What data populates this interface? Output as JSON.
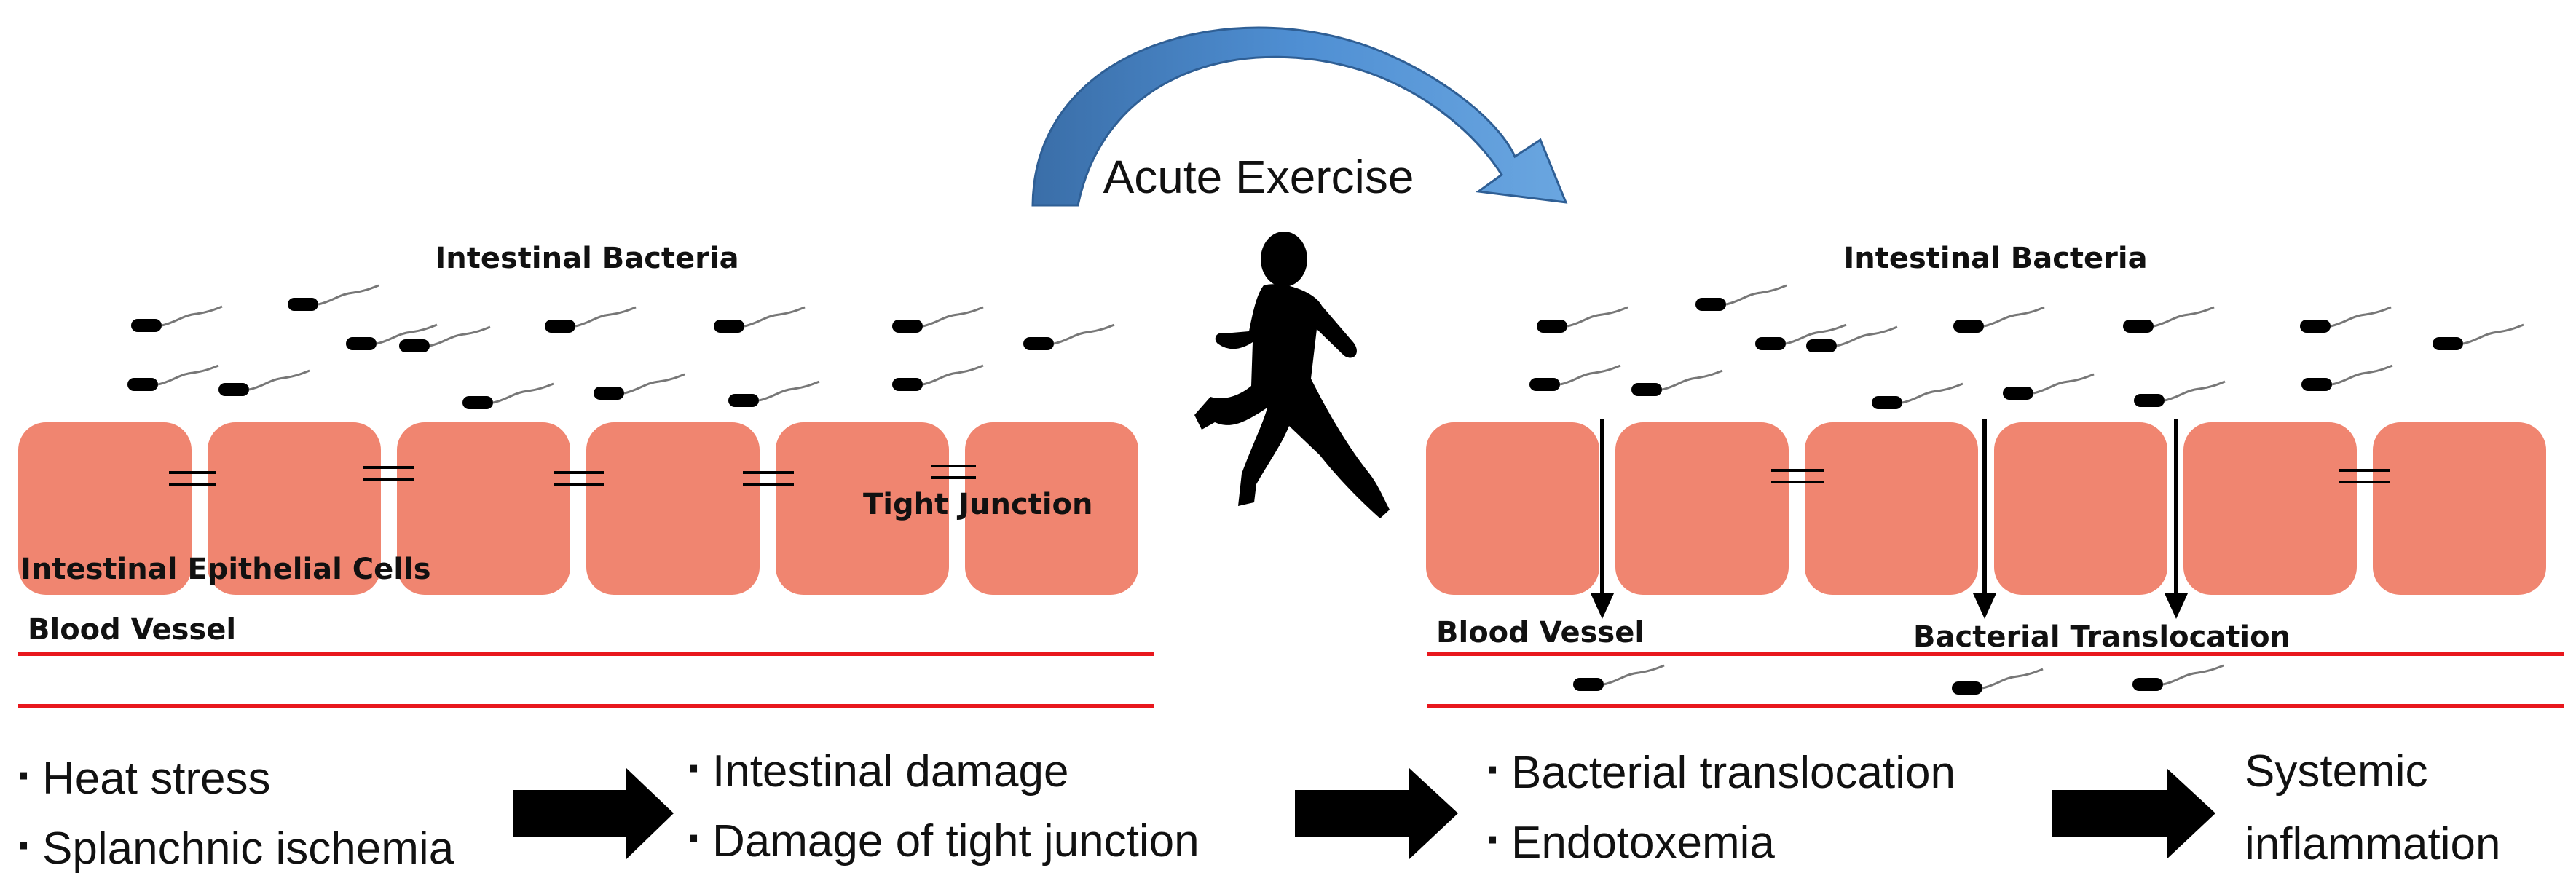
{
  "title": "Acute Exercise",
  "colors": {
    "cell": "#f08570",
    "vessel": "#e8171d",
    "curve": "#4a86c8",
    "arrow": "#000000"
  },
  "left_panel": {
    "bacteria_label": "Intestinal Bacteria",
    "epithelial_label": "Intestinal Epithelial Cells",
    "junction_label": "Tight Junction",
    "vessel_label": "Blood Vessel"
  },
  "right_panel": {
    "bacteria_label": "Intestinal Bacteria",
    "vessel_label": "Blood Vessel",
    "translocation_label": "Bacterial Translocation"
  },
  "stages": [
    {
      "lines": [
        "Heat stress",
        "Splanchnic ischemia"
      ]
    },
    {
      "lines": [
        "Intestinal damage",
        "Damage of tight junction"
      ]
    },
    {
      "lines": [
        "Bacterial translocation",
        "Endotoxemia"
      ]
    },
    {
      "lines": [
        "Systemic",
        "inflammation"
      ]
    }
  ],
  "bullet_char": "▪"
}
